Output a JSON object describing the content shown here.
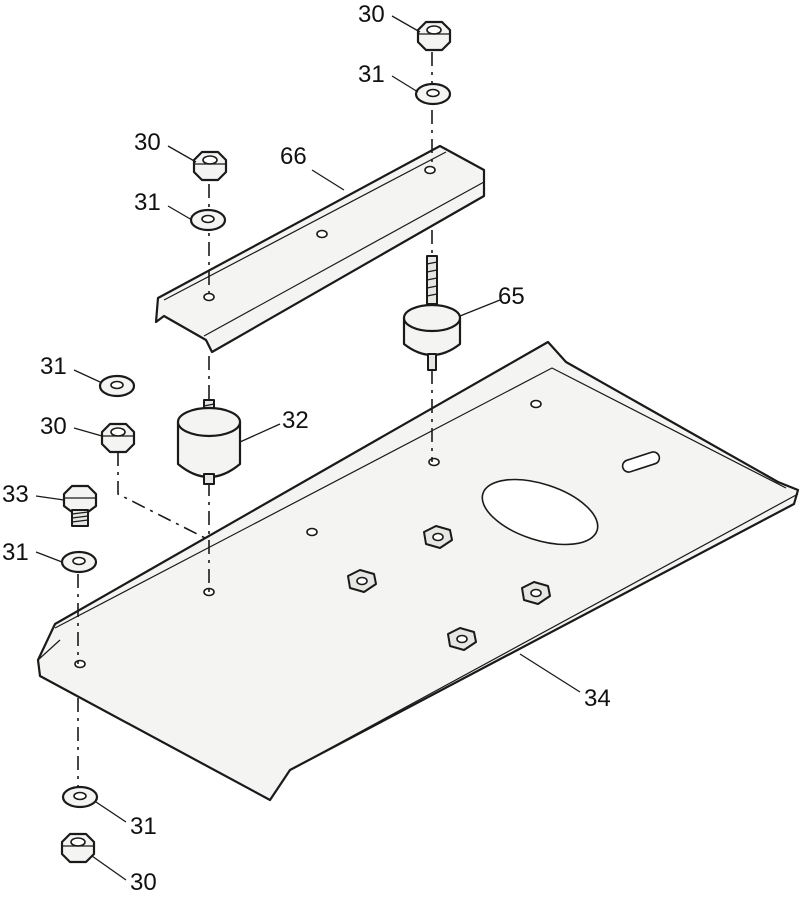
{
  "callouts": {
    "nut_top_right": "30",
    "washer_top_right": "31",
    "nut_top_left": "30",
    "washer_top_left": "31",
    "bracket": "66",
    "mount_right": "65",
    "washer_left": "31",
    "nut_left": "30",
    "mount_left": "32",
    "bolt": "33",
    "washer_bolt": "31",
    "base_plate": "34",
    "washer_bottom": "31",
    "nut_bottom": "30"
  },
  "colors": {
    "line": "#1a1a1a",
    "part_fill": "#f4f4f2",
    "background": "#ffffff"
  },
  "icons": {
    "nut": "hex-nut-icon",
    "washer": "flat-washer-icon",
    "bolt": "hex-bolt-icon",
    "mount": "rubber-mount-icon"
  }
}
